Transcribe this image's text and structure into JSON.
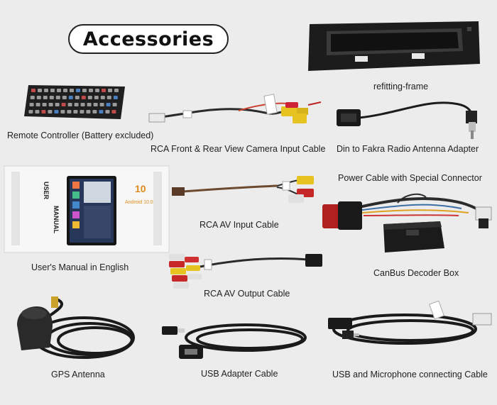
{
  "header": {
    "title": "Accessories"
  },
  "manual_cover": {
    "side_text_1": "USER",
    "side_text_2": "MANUAL",
    "brand_number": "10",
    "brand_text": "Android 10.0"
  },
  "items": [
    {
      "label": "refitting-frame"
    },
    {
      "label": "Remote Controller (Battery excluded)"
    },
    {
      "label": "RCA Front & Rear View Camera Input Cable"
    },
    {
      "label": "Din to Fakra Radio Antenna Adapter"
    },
    {
      "label": "Power Cable with Special Connector"
    },
    {
      "label": "RCA AV Input Cable"
    },
    {
      "label": "User's Manual in English"
    },
    {
      "label": "RCA AV Output Cable"
    },
    {
      "label": "CanBus Decoder Box"
    },
    {
      "label": "GPS Antenna"
    },
    {
      "label": "USB Adapter Cable"
    },
    {
      "label": "USB and Microphone connecting Cable"
    }
  ]
}
